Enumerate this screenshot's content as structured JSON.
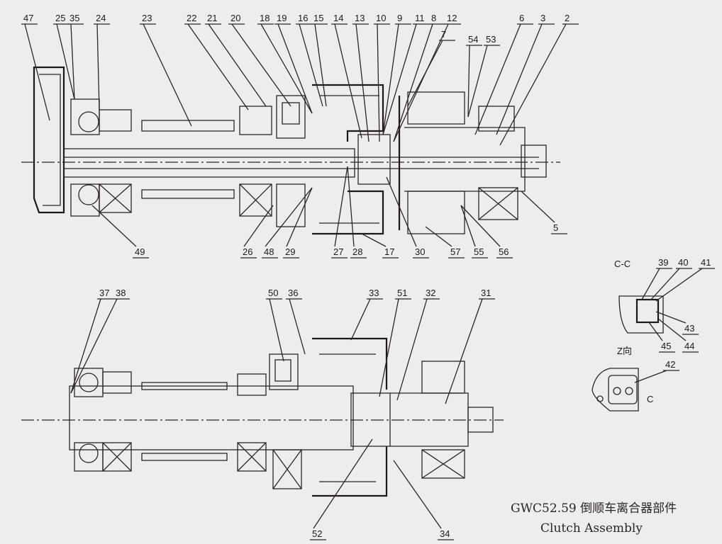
{
  "title": {
    "cn": "GWC52.59 倒顺车离合器部件",
    "en": "Clutch Assembly"
  },
  "view_labels": {
    "section": "C-C",
    "direction": "Z向",
    "cut_mark": "C"
  },
  "part_labels": {
    "top_row": [
      "47",
      "25",
      "35",
      "24",
      "23",
      "22",
      "21",
      "20",
      "18",
      "19",
      "16",
      "15",
      "14",
      "13",
      "10",
      "9",
      "11",
      "8",
      "12",
      "7",
      "54",
      "53",
      "6",
      "3",
      "2"
    ],
    "top_bottom_row": [
      "49",
      "26",
      "48",
      "29",
      "27",
      "28",
      "17",
      "30",
      "57",
      "55",
      "56",
      "5"
    ],
    "lower_view": [
      "37",
      "38",
      "50",
      "36",
      "33",
      "51",
      "32",
      "31",
      "52",
      "34"
    ],
    "inset": [
      "39",
      "40",
      "41",
      "43",
      "44",
      "45",
      "42"
    ]
  }
}
